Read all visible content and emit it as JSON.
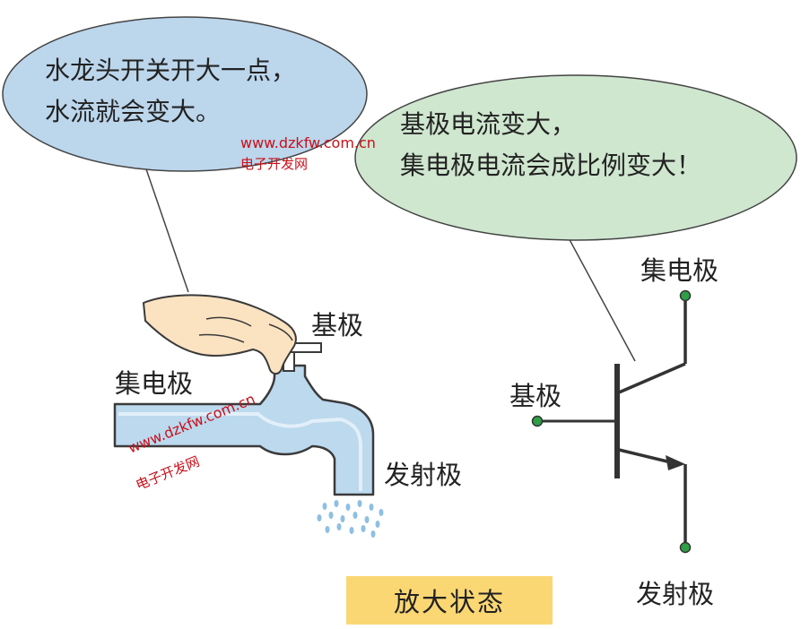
{
  "bubbles": {
    "water": {
      "line1": "水龙头开关开大一点，",
      "line2": "水流就会变大。"
    },
    "transistor": {
      "line1": "基极电流变大，",
      "line2": "集电极电流会成比例变大！"
    }
  },
  "faucet_labels": {
    "base": "基极",
    "collector": "集电极",
    "emitter": "发射极"
  },
  "transistor_labels": {
    "collector": "集电极",
    "base": "基极",
    "emitter": "发射极"
  },
  "status": "放大状态",
  "watermark": {
    "url": "www.dzkfw.com.cn",
    "name": "电子开发网"
  },
  "colors": {
    "left_bubble": "#bcd6ec",
    "right_bubble": "#cfe6cf",
    "water": "#bcd9ee",
    "status_bg": "#fbd774",
    "terminal_dot": "#2f9e45",
    "watermark": "#c8101a"
  }
}
